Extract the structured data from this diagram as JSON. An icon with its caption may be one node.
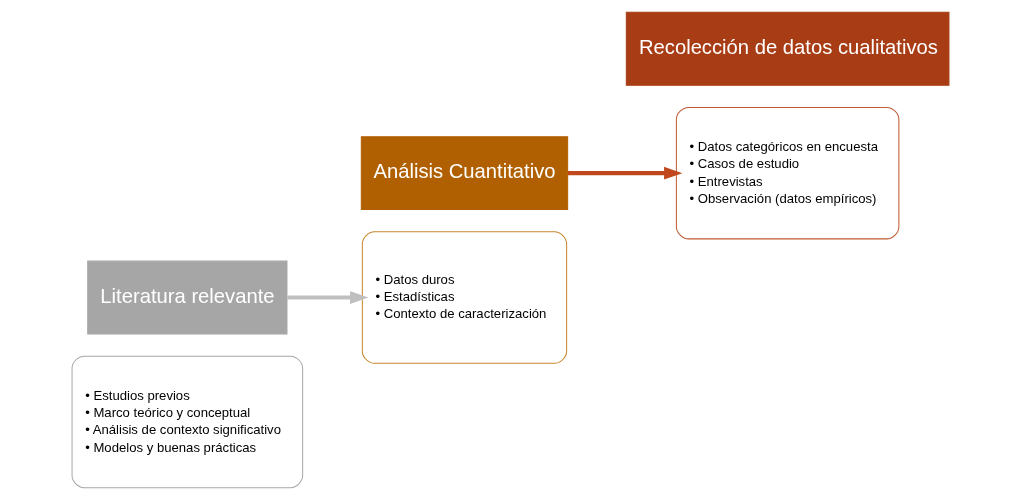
{
  "diagram": {
    "nodes": [
      {
        "text": [
          "• Estudios previos",
          "• Marco teórico y conceptual",
          "• Análisis de contexto significativo",
          "• Modelos y buenas prácticas"
        ]
      },
      {
        "text": [
          "Literatura relevante"
        ]
      },
      {
        "text": [
          "Análisis Cuantitativo"
        ]
      },
      {
        "text": [
          "• Datos duros",
          "• Estadísticas",
          "• Contexto de caracterización"
        ]
      },
      {
        "text": [
          "• Datos categóricos en encuesta",
          "• Casos de estudio",
          "• Entrevistas",
          "• Observación (datos empíricos)"
        ]
      },
      {
        "text": [
          "Recolección de datos cualitativos"
        ]
      }
    ],
    "edges": [
      {
        "from": 1,
        "to": 3,
        "arrow": "to",
        "color": "#bfbfbf"
      },
      {
        "from": 2,
        "to": 4,
        "arrow": "to",
        "color": "#c0481c"
      }
    ]
  }
}
